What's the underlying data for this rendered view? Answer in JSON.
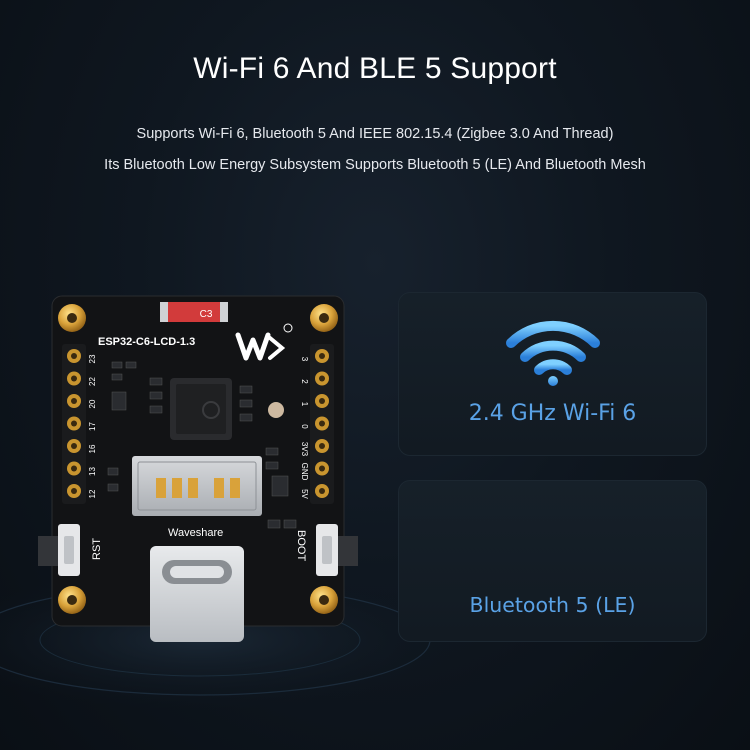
{
  "header": {
    "title": "Wi-Fi 6 And BLE 5 Support",
    "line1": "Supports Wi-Fi 6, Bluetooth 5 And IEEE 802.15.4 (Zigbee 3.0 And Thread)",
    "line2": "Its Bluetooth Low Energy Subsystem Supports Bluetooth 5 (LE) And Bluetooth Mesh"
  },
  "board": {
    "model": "ESP32-C6-LCD-1.3",
    "brand": "Waveshare",
    "component_ref": "C3",
    "button_rst": "RST",
    "button_boot": "BOOT",
    "left_pins": [
      "23",
      "22",
      "20",
      "17",
      "16",
      "13",
      "12"
    ],
    "right_pins": [
      "3",
      "2",
      "1",
      "0",
      "3V3",
      "GND",
      "5V"
    ]
  },
  "features": [
    {
      "label": "2.4 GHz Wi-Fi 6",
      "icon": "wifi-icon"
    },
    {
      "label": "Bluetooth 5 (LE)"
    }
  ],
  "colors": {
    "accent_blue": "#5aa2e6",
    "background": "#0f1720",
    "gold": "#d4a137"
  }
}
